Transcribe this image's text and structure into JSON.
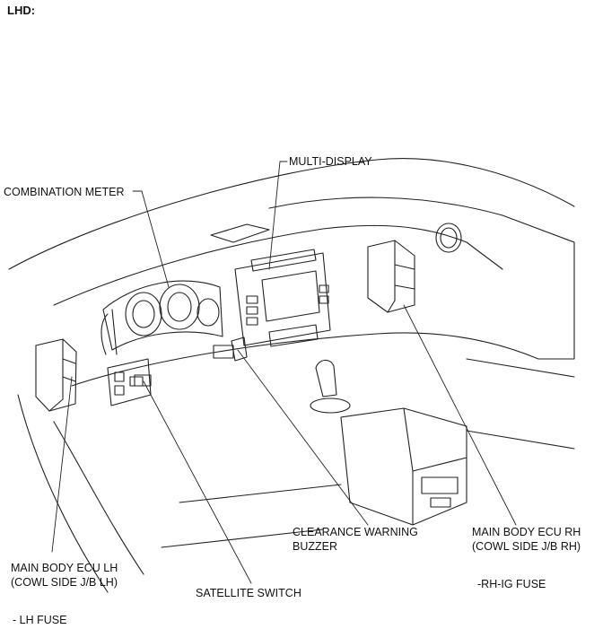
{
  "header": {
    "title": "LHD:"
  },
  "labels": {
    "multi_display": "MULTI-DISPLAY",
    "combination_meter": "COMBINATION METER",
    "main_body_ecu_lh_line1": "MAIN BODY ECU LH",
    "main_body_ecu_lh_line2": "(COWL SIDE J/B LH)",
    "satellite_switch": "SATELLITE SWITCH",
    "clearance_warning_line1": "CLEARANCE WARNING",
    "clearance_warning_line2": "BUZZER",
    "main_body_ecu_rh_line1": "MAIN BODY ECU RH",
    "main_body_ecu_rh_line2": "(COWL SIDE J/B RH)",
    "rh_ig_fuse": "-RH-IG FUSE",
    "lh_fuse": "- LH FUSE"
  }
}
